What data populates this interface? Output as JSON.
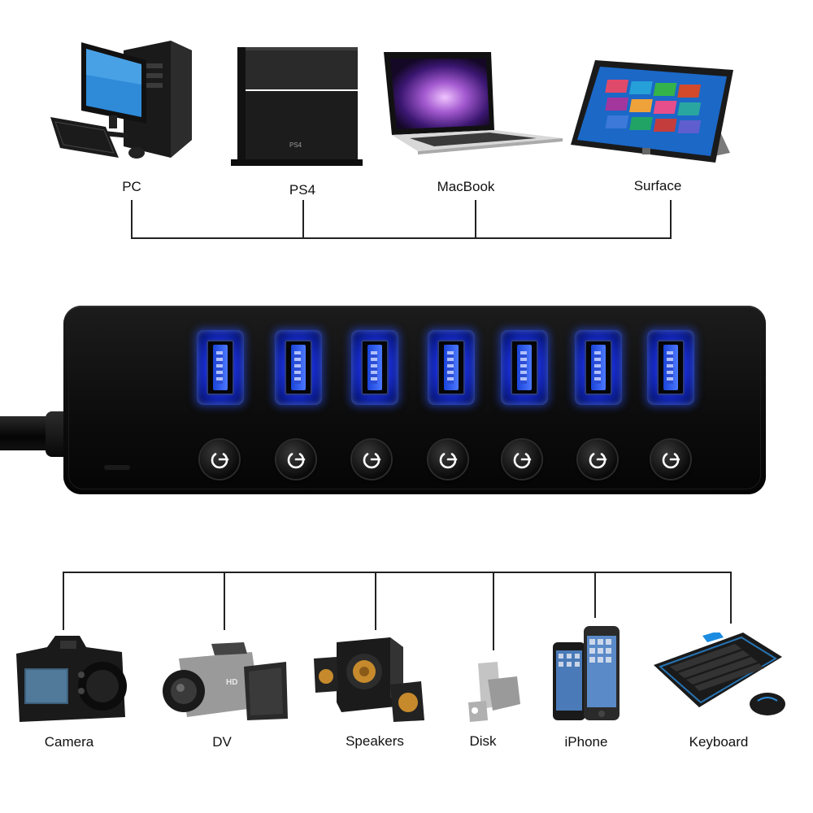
{
  "hosts": [
    {
      "label": "PC",
      "icon": "desktop-pc-icon"
    },
    {
      "label": "PS4",
      "icon": "ps4-console-icon",
      "badge": "PS4"
    },
    {
      "label": "MacBook",
      "icon": "laptop-icon"
    },
    {
      "label": "Surface",
      "icon": "tablet-icon"
    }
  ],
  "devices": [
    {
      "label": "Camera",
      "icon": "camera-icon"
    },
    {
      "label": "DV",
      "icon": "camcorder-icon",
      "badge": "HD"
    },
    {
      "label": "Speakers",
      "icon": "speakers-icon"
    },
    {
      "label": "Disk",
      "icon": "usb-flash-drive-icon"
    },
    {
      "label": "iPhone",
      "icon": "smartphone-icon"
    },
    {
      "label": "Keyboard",
      "icon": "keyboard-mouse-icon"
    }
  ],
  "hub": {
    "port_count": 7,
    "port_led_color": "#1f3cff",
    "body_color": "#0d0d0d"
  }
}
